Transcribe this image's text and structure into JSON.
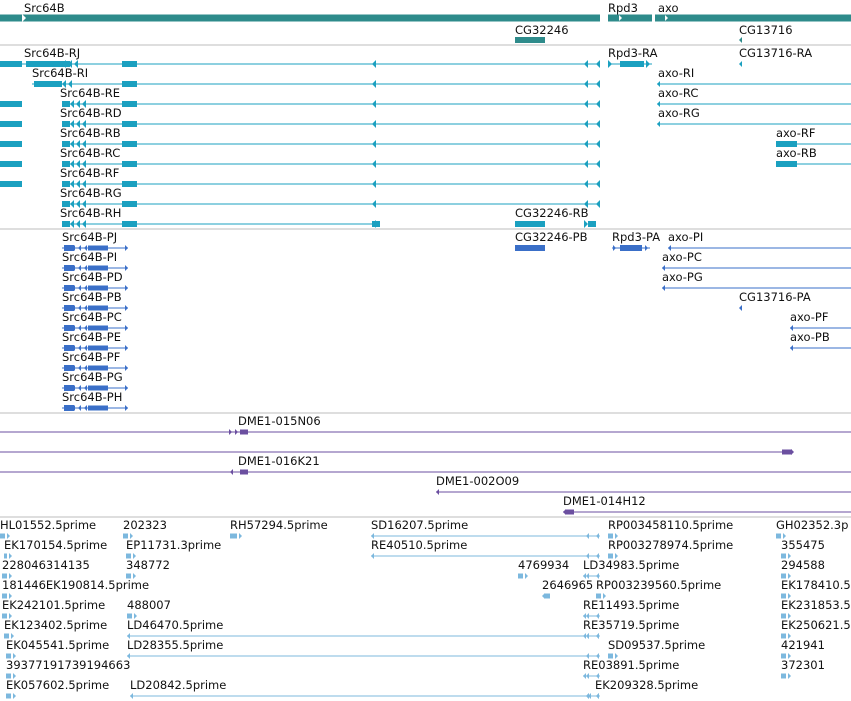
{
  "colors": {
    "gene": "#2e8b8b",
    "rna_a": "#1ba0c0",
    "rna_b": "#3a6fc8",
    "bac": "#6b4fa0",
    "est": "#7cb8de",
    "divider": "#bdbdbd"
  },
  "genes": [
    "Src64B",
    "Rpd3",
    "axo",
    "CG32246",
    "CG13716"
  ],
  "transcripts_a": [
    "Src64B-RJ",
    "Rpd3-RA",
    "CG13716-RA",
    "Src64B-RI",
    "axo-RI",
    "Src64B-RE",
    "axo-RC",
    "Src64B-RD",
    "axo-RG",
    "Src64B-RB",
    "axo-RF",
    "Src64B-RC",
    "axo-RB",
    "Src64B-RF",
    "Src64B-RG",
    "Src64B-RH",
    "CG32246-RB"
  ],
  "transcripts_b": [
    "Src64B-PJ",
    "CG32246-PB",
    "Rpd3-PA",
    "axo-PI",
    "Src64B-PI",
    "axo-PC",
    "Src64B-PD",
    "axo-PG",
    "Src64B-PB",
    "CG13716-PA",
    "Src64B-PC",
    "axo-PF",
    "Src64B-PE",
    "axo-PB",
    "Src64B-PF",
    "Src64B-PG",
    "Src64B-PH"
  ],
  "bacs": [
    "DME1-015N06",
    "DME1-016K21",
    "DME1-002O09",
    "DME1-014H12"
  ],
  "ests": [
    "HL01552.5prime",
    "202323",
    "RH57294.5prime",
    "SD16207.5prime",
    "RP003458110.5prime",
    "GH02352.3p",
    "EK170154.5prime",
    "EP11731.3prime",
    "RE40510.5prime",
    "RP003278974.5prime",
    "355475",
    "228046314135",
    "348772",
    "4769934",
    "LD34983.5prime",
    "294588",
    "181446EK190814.5prime",
    "2646965",
    "RP003239560.5prime",
    "EK178410.5",
    "EK242101.5prime",
    "488007",
    "RE11493.5prime",
    "EK231853.5",
    "EK123402.5prime",
    "LD46470.5prime",
    "RE35719.5prime",
    "EK250621.5",
    "EK045541.5prime",
    "LD28355.5prime",
    "SD09537.5prime",
    "421941",
    "39377191739194663",
    "RE03891.5prime",
    "372301",
    "EK057602.5prime",
    "LD20842.5prime",
    "EK209328.5prime"
  ]
}
